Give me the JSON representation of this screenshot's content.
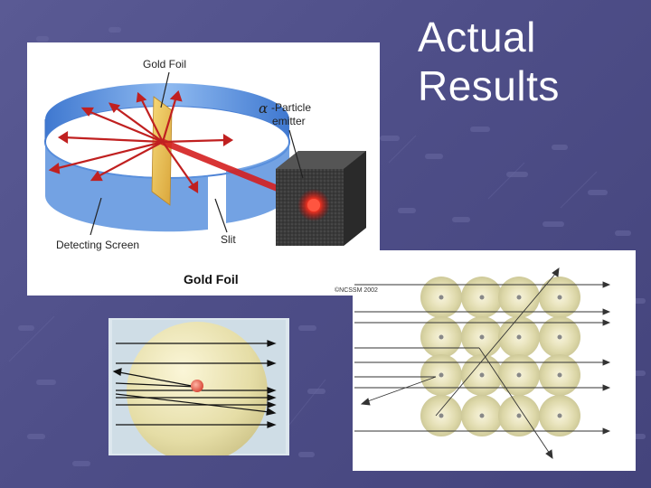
{
  "slide": {
    "title_line1": "Actual",
    "title_line2": "Results"
  },
  "apparatus": {
    "label_gold_foil": "Gold Foil",
    "label_alpha_symbol": "α",
    "label_particle": "-Particle",
    "label_emitter": "emitter",
    "label_detecting_screen": "Detecting Screen",
    "label_slit": "Slit",
    "caption": "Gold Foil"
  },
  "atoms_figure": {
    "copyright": "©NCSSM 2002"
  },
  "colors": {
    "background": "#50508a",
    "screen_blue": "#5a8fdc",
    "beam_red": "#d42020",
    "nucleus_red": "#e05050",
    "atom_fill": "#e6e3bc"
  }
}
